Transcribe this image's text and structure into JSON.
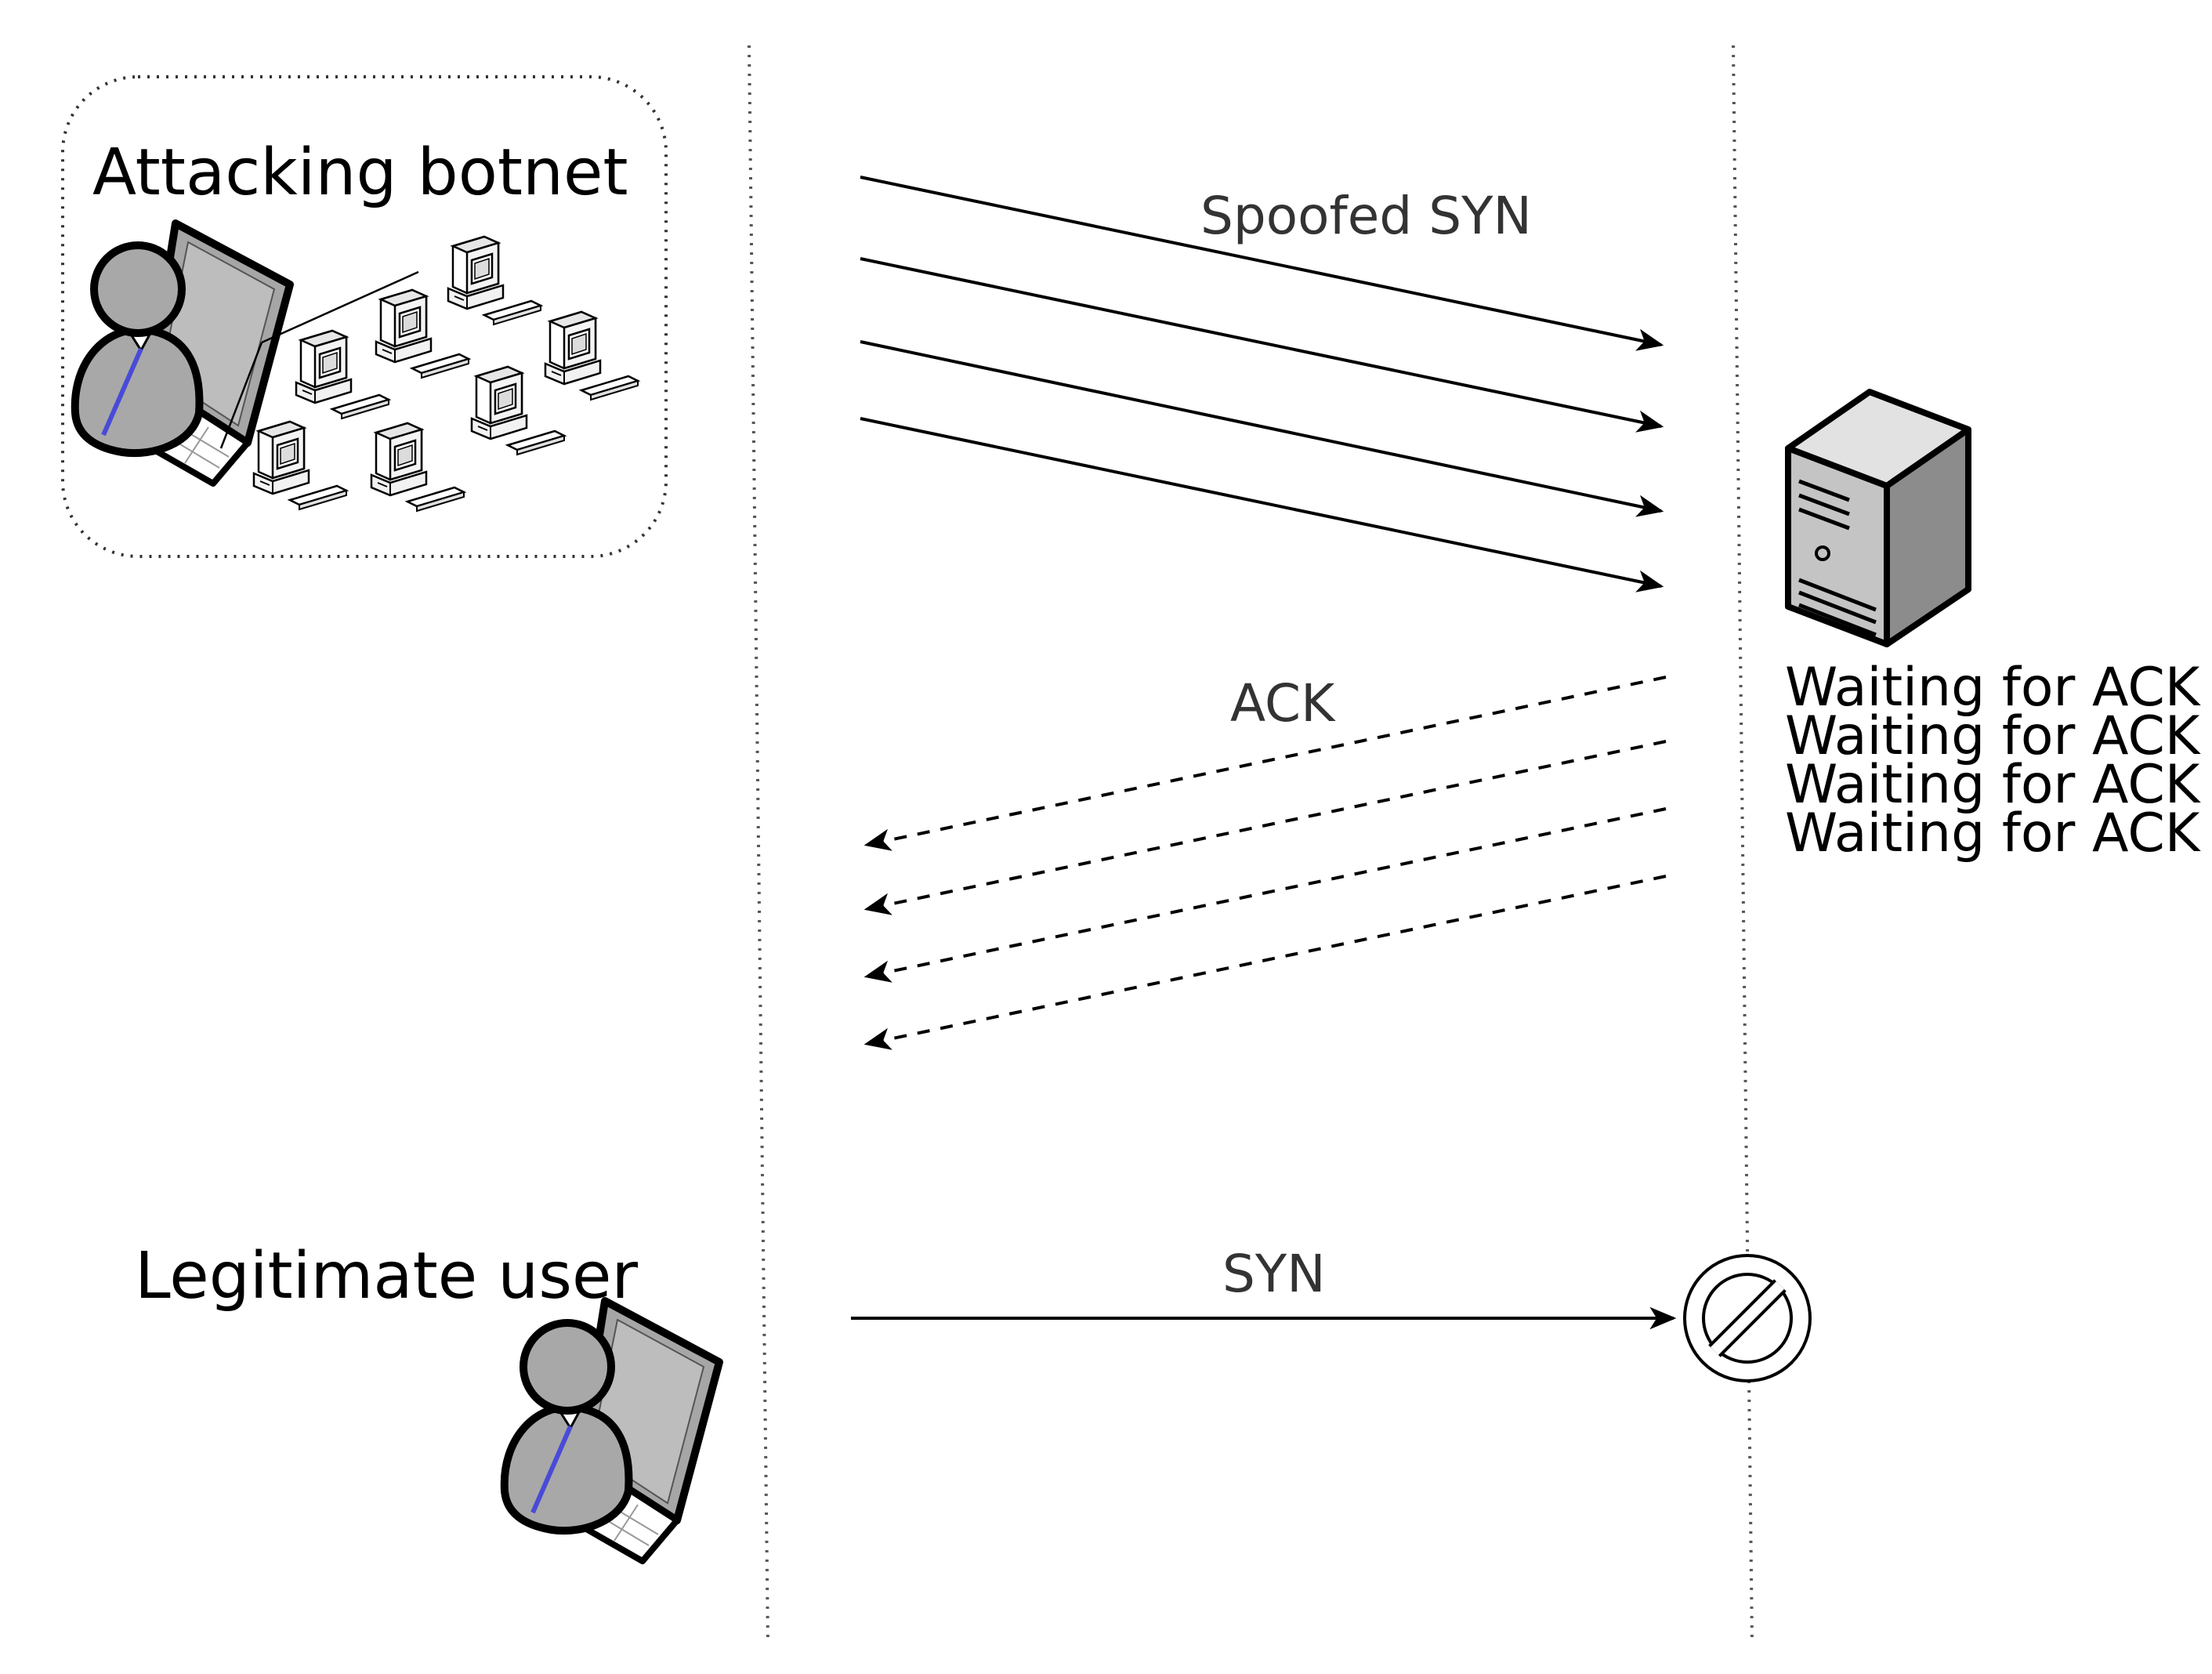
{
  "title": "",
  "actors": {
    "botnet_label": "Attacking botnet",
    "user_label": "Legitimate user"
  },
  "messages": {
    "syn_flood_label": "Spoofed SYN",
    "ack_label": "ACK",
    "legit_syn_label": "SYN"
  },
  "server": {
    "waiting": [
      "Waiting for ACK",
      "Waiting for ACK",
      "Waiting for ACK",
      "Waiting for ACK"
    ]
  },
  "counts": {
    "spoofed_syn_arrows": 4,
    "ack_arrows": 4
  },
  "icons": {
    "attacker": "hacker-laptop-icon",
    "botnet": "computer-cluster-icon",
    "server": "server-tower-icon",
    "blocked": "blocked-icon",
    "user": "user-laptop-icon"
  },
  "colors": {
    "line": "#000000",
    "icon_gray": "#a8a8a8",
    "server_gray": "#c4c4c4"
  }
}
